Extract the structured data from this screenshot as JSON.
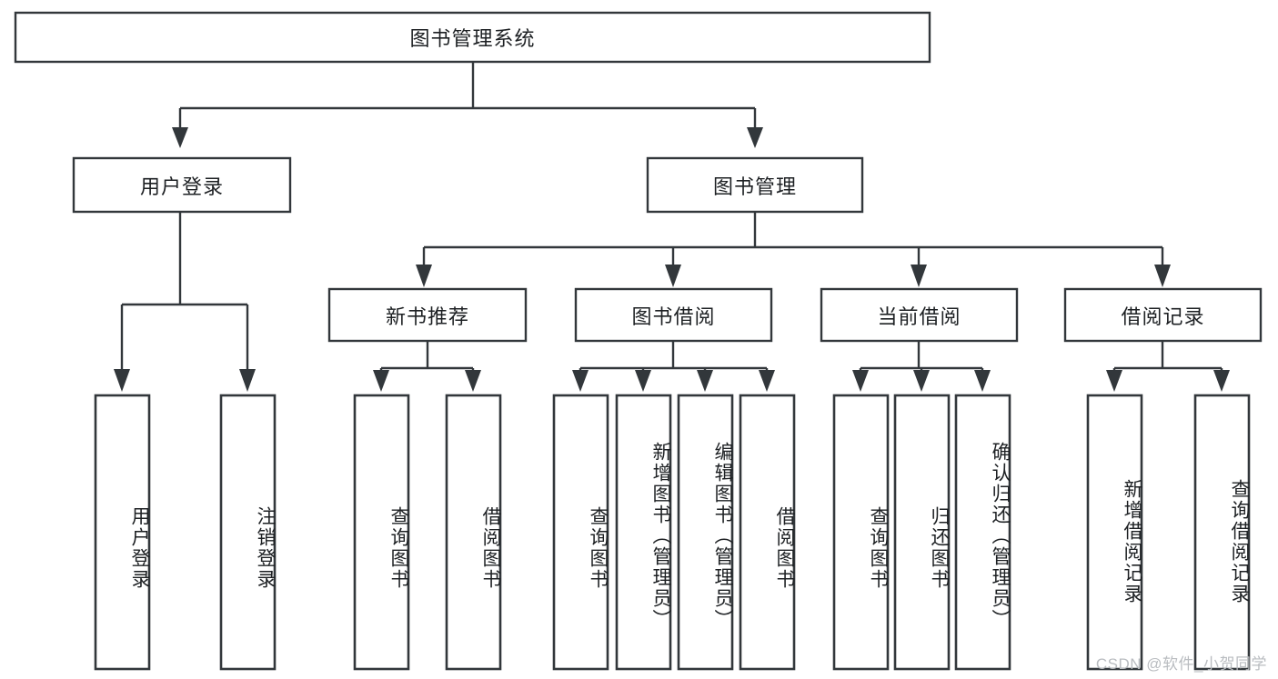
{
  "diagram": {
    "title_node": {
      "label": "图书管理系统"
    },
    "level1": [
      {
        "id": "user-login",
        "label": "用户登录"
      },
      {
        "id": "book-management",
        "label": "图书管理"
      }
    ],
    "level2": [
      {
        "id": "new-book-recommend",
        "label": "新书推荐",
        "parent": "book-management"
      },
      {
        "id": "book-borrow",
        "label": "图书借阅",
        "parent": "book-management"
      },
      {
        "id": "current-borrow",
        "label": "当前借阅",
        "parent": "book-management"
      },
      {
        "id": "borrow-record",
        "label": "借阅记录",
        "parent": "book-management"
      }
    ],
    "leaves": {
      "user-login": [
        {
          "id": "leaf-user-login",
          "label": "用户登录"
        },
        {
          "id": "leaf-logout-login",
          "label": "注销登录"
        }
      ],
      "new-book-recommend": [
        {
          "id": "leaf-query-book-1",
          "label": "查询图书"
        },
        {
          "id": "leaf-borrow-book-1",
          "label": "借阅图书"
        }
      ],
      "book-borrow": [
        {
          "id": "leaf-query-book-2",
          "label": "查询图书"
        },
        {
          "id": "leaf-add-book",
          "label": "新增图书（管理员）"
        },
        {
          "id": "leaf-edit-book",
          "label": "编辑图书（管理员）"
        },
        {
          "id": "leaf-borrow-book-2",
          "label": "借阅图书"
        }
      ],
      "current-borrow": [
        {
          "id": "leaf-query-book-3",
          "label": "查询图书"
        },
        {
          "id": "leaf-return-book",
          "label": "归还图书"
        },
        {
          "id": "leaf-confirm-return",
          "label": "确认归还（管理员）"
        }
      ],
      "borrow-record": [
        {
          "id": "leaf-add-record",
          "label": "新增借阅记录"
        },
        {
          "id": "leaf-query-record",
          "label": "查询借阅记录"
        }
      ]
    },
    "colors": {
      "stroke": "#32373b",
      "box_fill": "#ffffff",
      "text": "#1d2023",
      "watermark": "#b9bcc0",
      "background": "#ffffff"
    }
  },
  "watermark": {
    "text": "CSDN @软件_小贺同学"
  }
}
